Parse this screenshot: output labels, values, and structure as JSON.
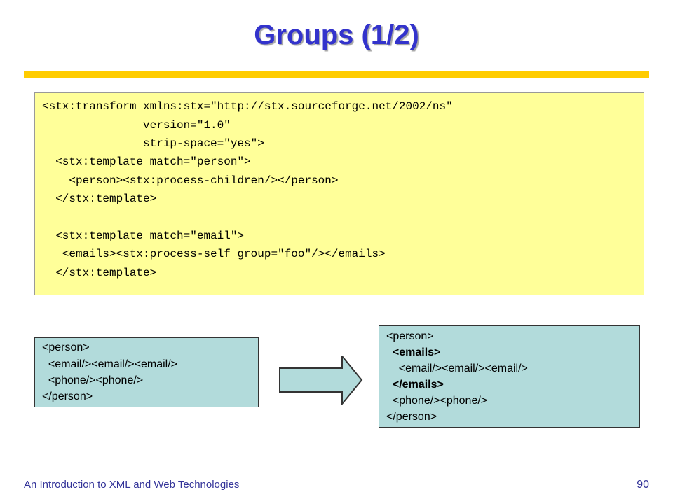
{
  "slide": {
    "title": "Groups (1/2)",
    "footer": "An Introduction to XML and Web Technologies",
    "page_number": "90"
  },
  "code": {
    "lines": [
      "<stx:transform xmlns:stx=\"http://stx.sourceforge.net/2002/ns\"",
      "               version=\"1.0\"",
      "               strip-space=\"yes\">",
      "  <stx:template match=\"person\">",
      "    <person><stx:process-children/></person>",
      "  </stx:template>",
      "",
      "  <stx:template match=\"email\">",
      "   <emails><stx:process-self group=\"foo\"/></emails>",
      "  </stx:template>"
    ]
  },
  "input_xml": {
    "lines": [
      "<person>",
      "  <email/><email/><email/>",
      "  <phone/><phone/>",
      "</person>"
    ]
  },
  "output_xml": {
    "lines": [
      "<person>",
      "  <emails>",
      "    <email/><email/><email/>",
      "  </emails>",
      "  <phone/><phone/>",
      "</person>"
    ]
  },
  "colors": {
    "title": "#3333cc",
    "rule": "#ffcc00",
    "code_bg": "#ffff99",
    "xml_bg": "#b2dbdb",
    "arrow_fill": "#b2dbdb"
  }
}
